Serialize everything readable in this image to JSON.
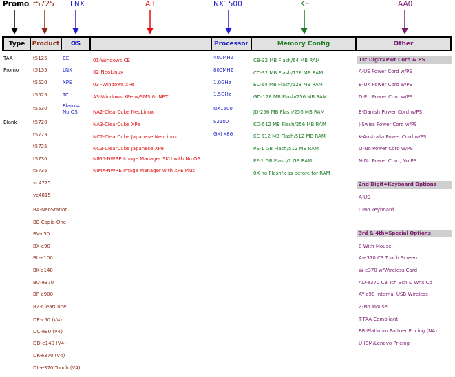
{
  "top_labels": {
    "promo": "Promo",
    "product": "t5725",
    "os": "LNX",
    "a3": "A3",
    "processor": "NX1500",
    "memory": "KE",
    "other": "AA0"
  },
  "colors": {
    "type": "#000000",
    "product": "#8b2a14",
    "os": "#2020c8",
    "a3": "#e01010",
    "processor": "#2020c8",
    "memory": "#1b7a22",
    "other": "#7a1a6e"
  },
  "headers": {
    "type": "Type",
    "product": "Product",
    "os": "OS",
    "a3": "",
    "processor": "Processor",
    "memory": "Memory Config",
    "other": "Other"
  },
  "type_items": [
    "TAA",
    "Promo",
    "Blank"
  ],
  "product_items": [
    "t5125",
    "t5135",
    "t5520",
    "t5525",
    "t5530",
    "t5720",
    "t5723",
    "t5725",
    "t5730",
    "t5735",
    "vc4725",
    "vc4815",
    "BA-NeoStation",
    "BE-Capio One",
    "BV-c50",
    "BX-e90",
    "BL-e100",
    "BK-e140",
    "BU-e370",
    "BP-e900",
    "BZ-ClearCube",
    "DE-c50 (V4)",
    "DC-e90 (V4)",
    "DD-e140 (V4)",
    "DK-e370 (V4)",
    "DL-e370 Touch (V4)"
  ],
  "os_items": [
    "CE",
    "LNX",
    "XPE",
    "TC",
    "Blank=",
    "No OS"
  ],
  "a3_items": [
    "01-Windows CE",
    "02-NeoLinux",
    "03 -Windows XPe",
    "A3-Windows XPe w/SMS & .NET",
    "NA2-ClearCube NeoLinux",
    "NA3-ClearCube XPe",
    "NC2-ClearCube Japanese NeoLinux",
    "NC3-ClearCube Japanese XPe",
    "NIM0-NWRE Image Manager SKU with No OS",
    "NIMX-NWRE Image Manager with XPE Plus"
  ],
  "processor_items": [
    "400MHZ",
    "800MHZ",
    "1.0GHz",
    "1.5GHz",
    "NX1500",
    "S2100",
    "GXI X86"
  ],
  "memory_items": [
    "CB-32 MB Flash/64 MB RAM",
    "CC-32 MB Flash/128 MB RAM",
    "EC-64 MB Flash/128 MB RAM",
    "GD-128 MB Flash/256 MB RAM",
    "JD-256 MB Flash/256 MB RAM",
    "KD-512 MB Flash/256 MB RAM",
    "KE-512 MB Flash/512 MB RAM",
    "PE-1 GB Flash/512 MB RAM",
    "PF-1 GB Flash/1 GB RAM",
    "0X-no Flash/x as before for RAM"
  ],
  "other": {
    "section1_title": "1st Digit=Pwr Cord & PS",
    "section1_items": [
      "A-US Power Cord w/PS",
      "B-UK Power Cord w/PS",
      "D-EU Power Cord w/PS",
      "E-Danish Power Cord w/PS",
      "J-Swiss Power Cord w/PS",
      "K-Australia Power Cord w/PS",
      "O-No Power Cord w/PS",
      "N-No Power Cord, No PS"
    ],
    "section2_title": "2nd Digit=Keyboard Options",
    "section2_items": [
      "A-US",
      "0-No keyboard"
    ],
    "section3_title": "3rd & 4th=Special Options",
    "section3_items": [
      "0-With Mouse",
      "A-e370 C3 Touch Screen",
      "W-e370 w/Wireless Card",
      "AD-e370 C3 Tch Scn & Wrls Cd",
      "AY-e90 Internal USB Wireless",
      "Z-No Mouse",
      "T-TAA Compliant",
      "BR-Platinum Partner Pricing (NA)",
      "U-IBM/Lenovo Pricing"
    ]
  }
}
